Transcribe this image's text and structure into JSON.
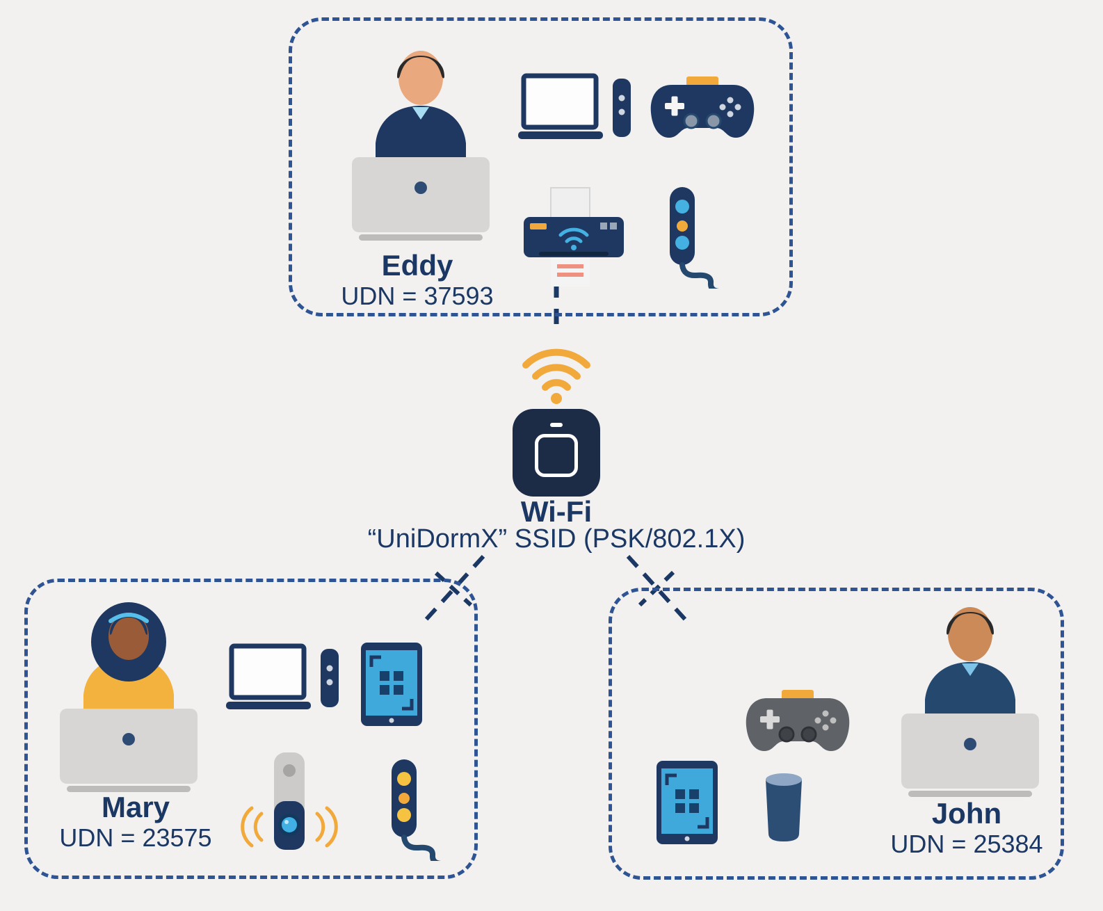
{
  "wifi": {
    "label": "Wi-Fi",
    "ssid_line": "“UniDormX” SSID (PSK/802.1X)",
    "icon": "wifi-access-point",
    "signal_icon": "wifi-signal-waves"
  },
  "users": {
    "eddy": {
      "name": "Eddy",
      "udn": "UDN = 37593",
      "devices": [
        "person-at-laptop",
        "laptop-with-phone",
        "game-controller",
        "wireless-printer",
        "smart-hub-with-cable"
      ]
    },
    "mary": {
      "name": "Mary",
      "udn": "UDN = 23575",
      "devices": [
        "person-at-laptop",
        "laptop-with-phone",
        "tablet",
        "video-doorbell",
        "smart-hub-with-cable"
      ]
    },
    "john": {
      "name": "John",
      "udn": "UDN = 25384",
      "devices": [
        "game-controller",
        "tablet",
        "smart-speaker",
        "person-at-laptop"
      ]
    }
  },
  "colors": {
    "background": "#f2f1f0",
    "dashed_border": "#2e5493",
    "text_navy": "#1b3763",
    "device_navy": "#1e3862",
    "orange": "#f2a93c",
    "light_blue": "#41b0e4",
    "ap_dark": "#1c2b46",
    "laptop_gray": "#d7d6d5"
  }
}
